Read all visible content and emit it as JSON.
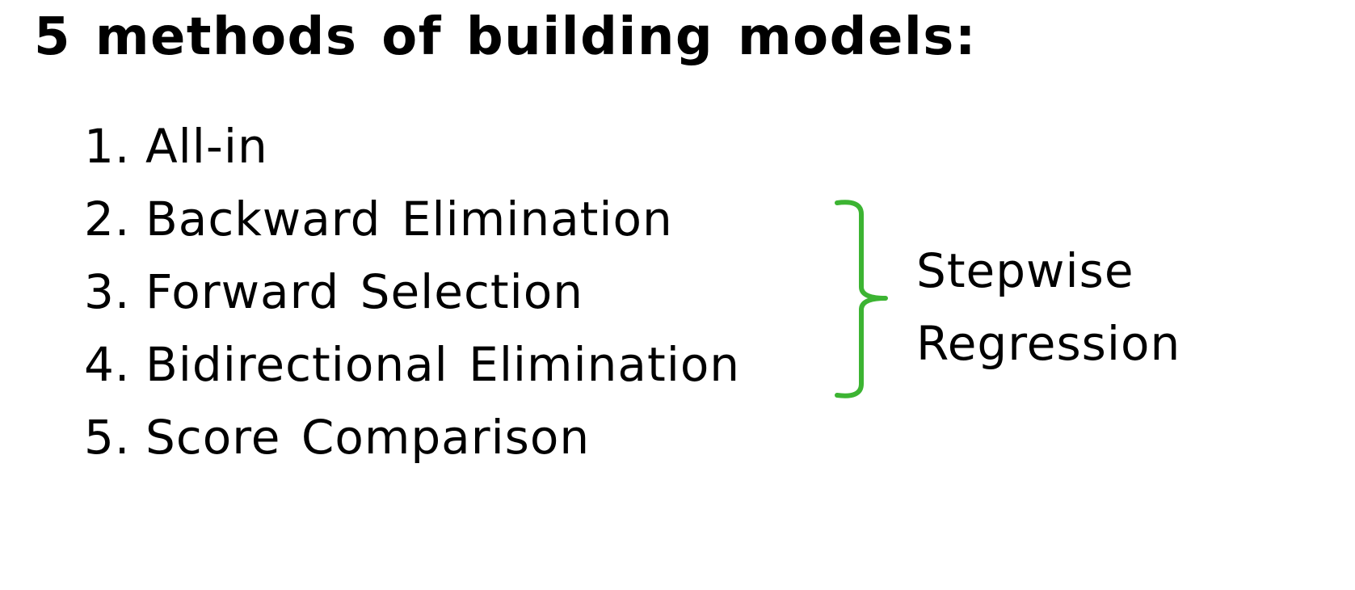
{
  "slide": {
    "title": "5 methods of building models:",
    "methods": [
      {
        "number": "1.",
        "label": "All-in"
      },
      {
        "number": "2.",
        "label": "Backward Elimination"
      },
      {
        "number": "3.",
        "label": "Forward Selection"
      },
      {
        "number": "4.",
        "label": "Bidirectional Elimination"
      },
      {
        "number": "5.",
        "label": "Score Comparison"
      }
    ],
    "group": {
      "line1": "Stepwise",
      "line2": "Regression"
    },
    "colors": {
      "text": "#000000",
      "bracket": "#3cb432",
      "background": "#ffffff"
    }
  }
}
